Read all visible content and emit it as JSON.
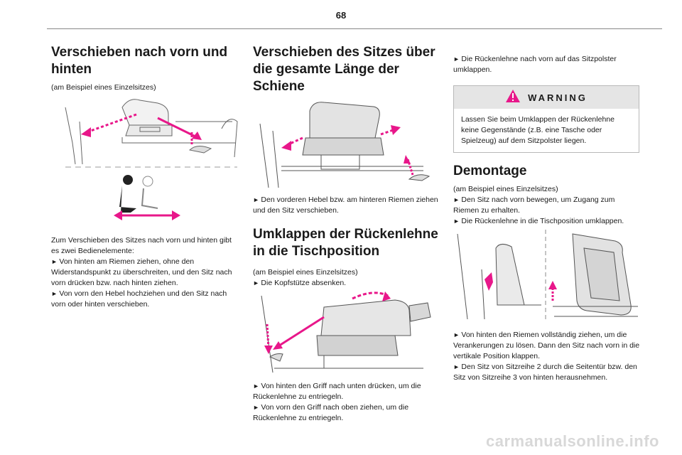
{
  "page_number": "68",
  "col1": {
    "heading": "Verschieben nach vorn und hinten",
    "subtitle": "(am Beispiel eines Einzelsitzes)",
    "body_intro": "Zum Verschieben des Sitzes nach vorn und hinten gibt es zwei Bedienelemente:",
    "steps": [
      "Von hinten am Riemen ziehen, ohne den Widerstandspunkt zu überschreiten, und den Sitz nach vorn drücken bzw. nach hinten ziehen.",
      "Von vorn den Hebel hochziehen und den Sitz nach vorn oder hinten verschieben."
    ]
  },
  "col2": {
    "heading1": "Verschieben des Sitzes über die gesamte Länge der Schiene",
    "step1": "Den vorderen Hebel bzw. am hinteren Riemen ziehen und den Sitz verschieben.",
    "heading2": "Umklappen der Rückenlehne in die Tischposition",
    "subtitle2": "(am Beispiel eines Einzelsitzes)",
    "step2": "Die Kopfstütze absenken.",
    "steps3": [
      "Von hinten den Griff nach unten drücken, um die Rückenlehne zu entriegeln.",
      "Von vorn den Griff nach oben ziehen, um die Rückenlehne zu entriegeln."
    ]
  },
  "col3": {
    "step_top": "Die Rückenlehne nach vorn auf das Sitzpolster umklappen.",
    "warning": {
      "title": "WARNING",
      "text": "Lassen Sie beim Umklappen der Rückenlehne keine Gegenstände (z.B. eine Tasche oder Spielzeug) auf dem Sitzpolster liegen."
    },
    "heading": "Demontage",
    "subtitle": "(am Beispiel eines Einzelsitzes)",
    "steps": [
      "Den Sitz nach vorn bewegen, um Zugang zum Riemen zu erhalten.",
      "Die Rückenlehne in die Tischposition umklappen."
    ],
    "steps_bottom": [
      "Von hinten den Riemen vollständig ziehen, um die Verankerungen zu lösen. Dann den Sitz nach vorn in die vertikale Position klappen.",
      "Den Sitz von Sitzreihe 2 durch die Seitentür bzw. den Sitz von Sitzreihe 3 von hinten herausnehmen."
    ]
  },
  "watermark": "carmanualsonline.info",
  "colors": {
    "accent": "#e8178a",
    "warning": "#e8178a"
  },
  "icons": [
    "seat-slide-illustration",
    "seat-position-pictogram",
    "seat-rail-illustration",
    "seat-fold-illustration",
    "warning-triangle-icon",
    "seat-removal-illustration"
  ]
}
